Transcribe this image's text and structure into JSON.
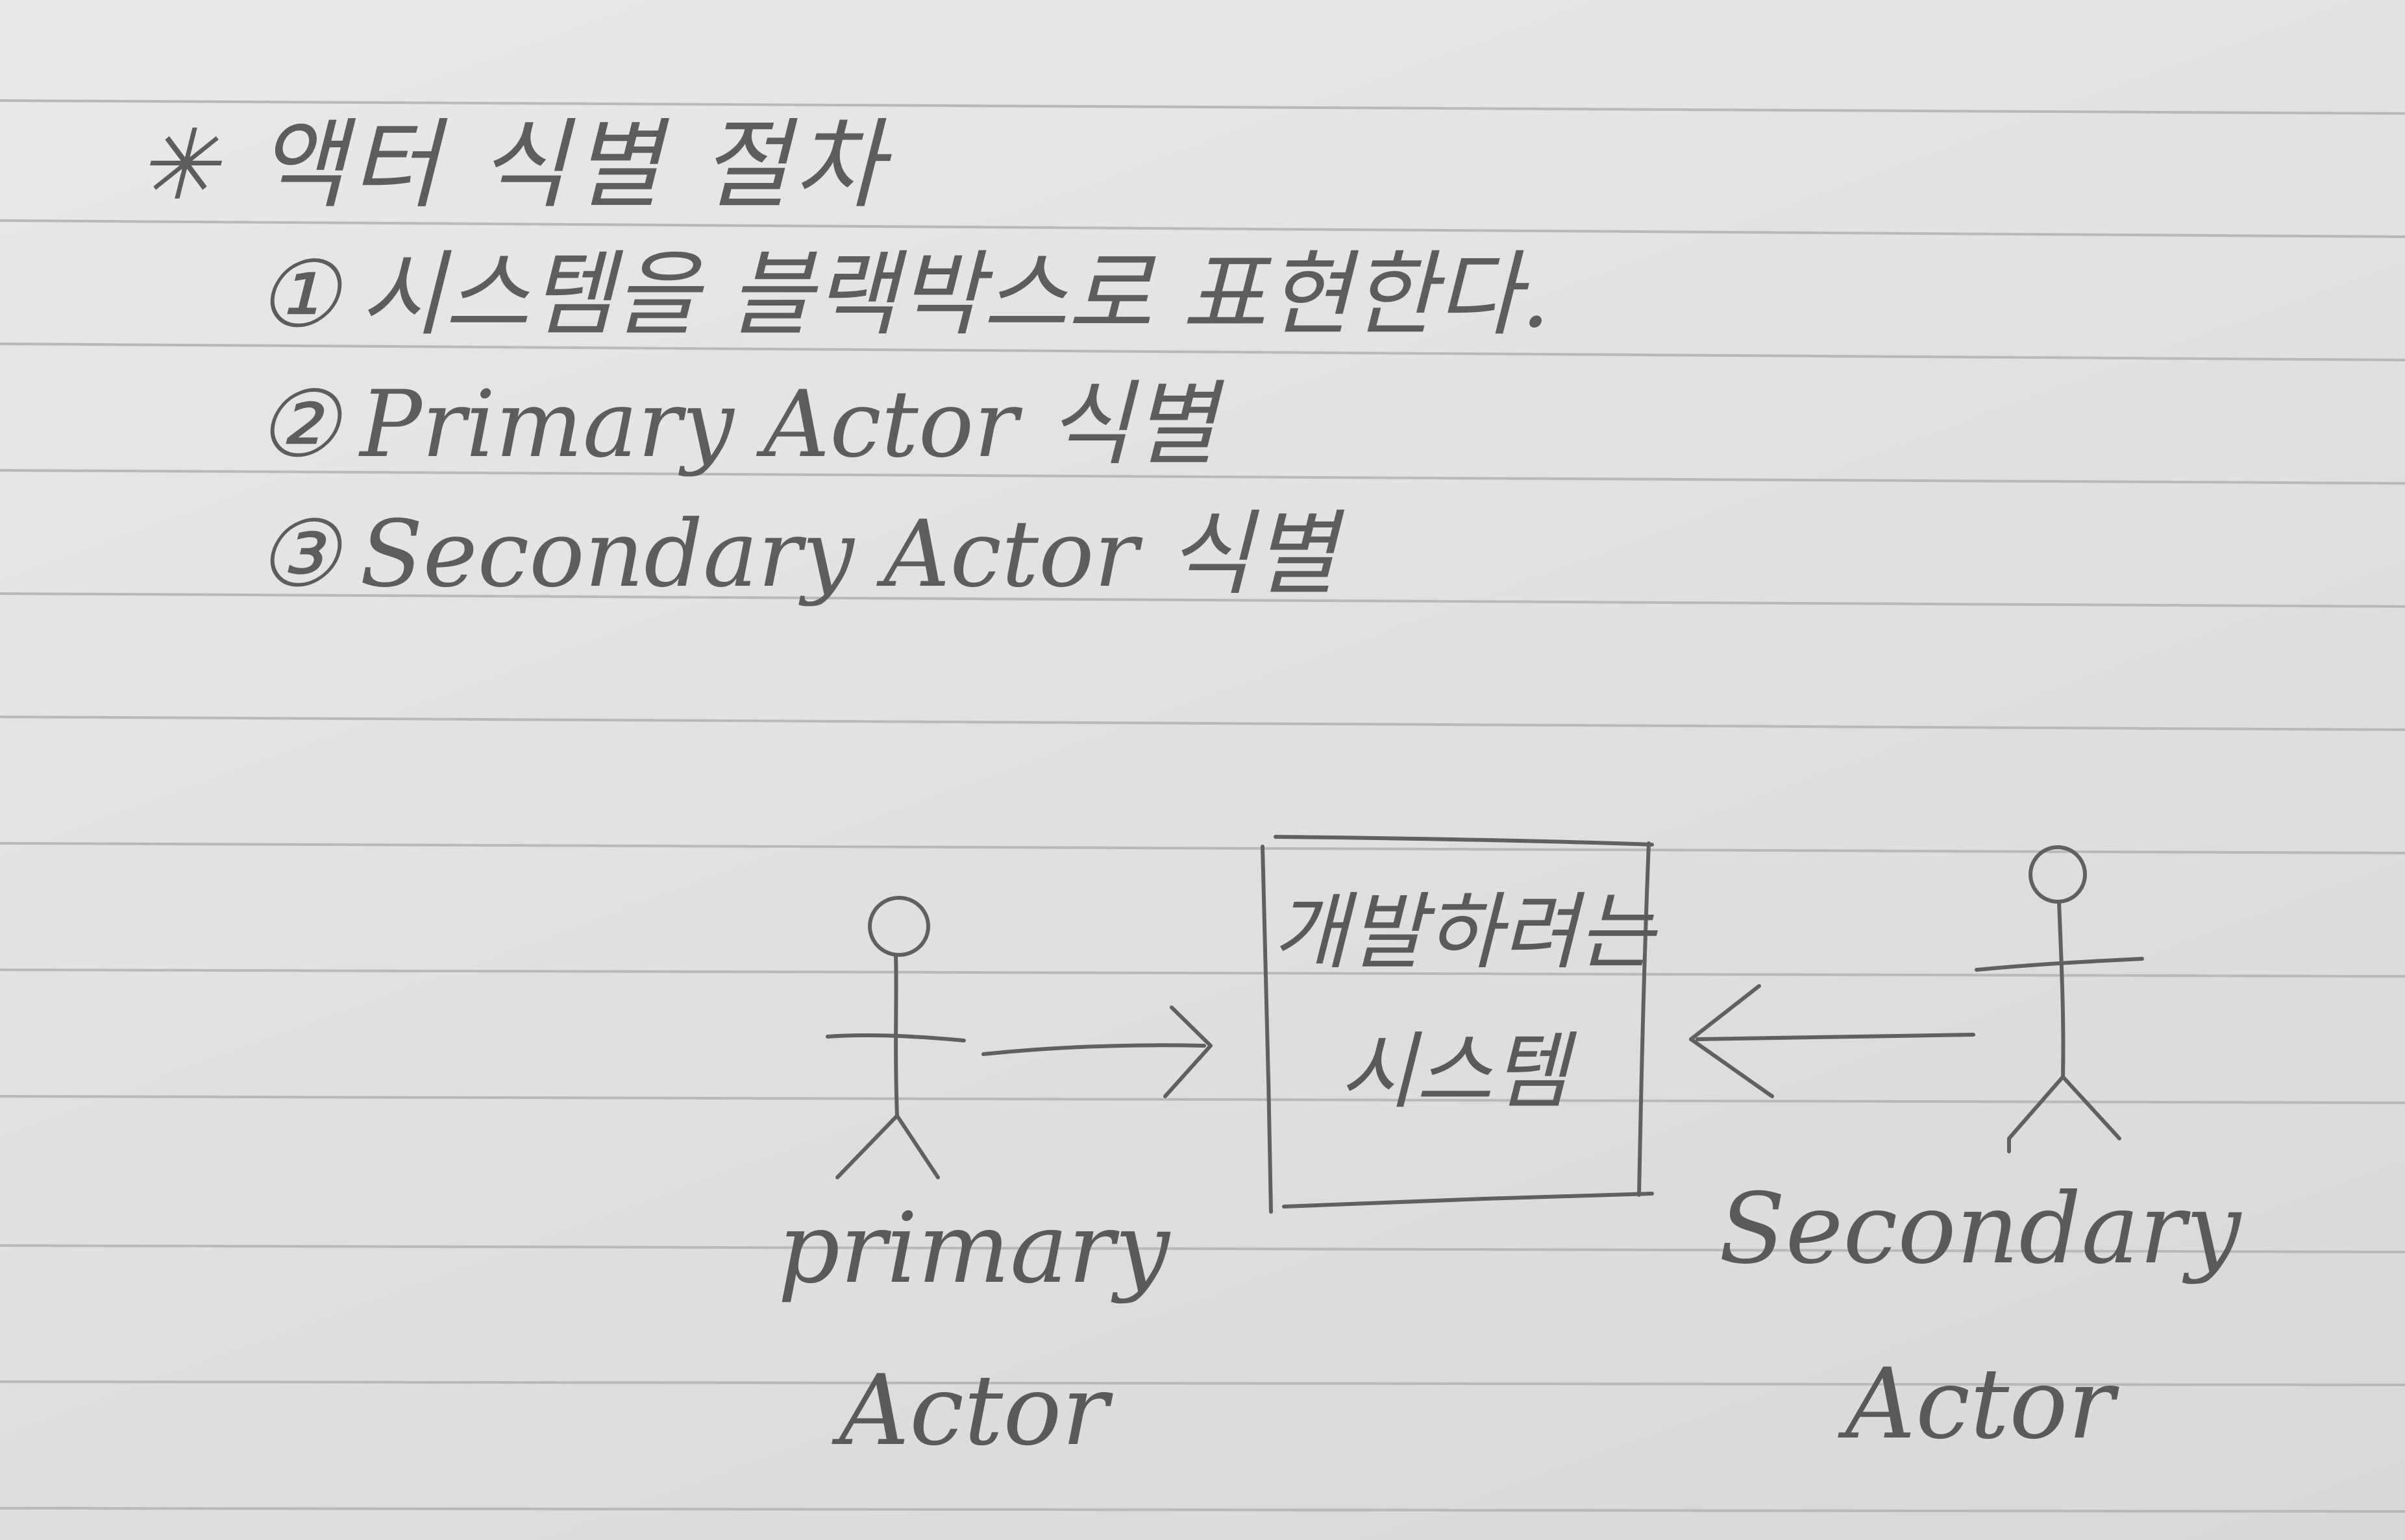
{
  "header": {
    "bullet": "✳",
    "title": "액터 식별 절차"
  },
  "steps": [
    {
      "num": "①",
      "text": "시스템을 블랙박스로 표현한다."
    },
    {
      "num": "②",
      "text": "Primary Actor 식별"
    },
    {
      "num": "③",
      "text": "Secondary Actor 식별"
    }
  ],
  "diagram": {
    "system_line1": "개발하려는",
    "system_line2": "시스템",
    "primary_line1": "primary",
    "primary_line2": "Actor",
    "secondary_line1": "Secondary",
    "secondary_line2": "Actor"
  },
  "colors": {
    "paper": "#e4e4e2",
    "ruled_line": "#b8b8b6",
    "pencil": "#5d5d5d"
  }
}
